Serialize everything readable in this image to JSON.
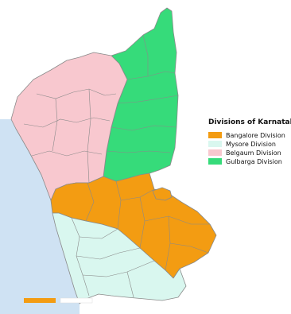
{
  "legend": {
    "title": "Divisions of Karnataka",
    "items": [
      {
        "key": "bangalore",
        "label": "Bangalore Division",
        "color": "#f39c12"
      },
      {
        "key": "mysore",
        "label": "Mysore Division",
        "color": "#d9f7ef"
      },
      {
        "key": "belgaum",
        "label": "Belgaum Division",
        "color": "#f8c8cf"
      },
      {
        "key": "gulbarga",
        "label": "Gulbarga Division",
        "color": "#36db7a"
      }
    ]
  },
  "colors": {
    "sea": "#cfe2f3",
    "border": "#8a8a8a",
    "scale_bar": "#f39c12",
    "background": "#ffffff"
  }
}
